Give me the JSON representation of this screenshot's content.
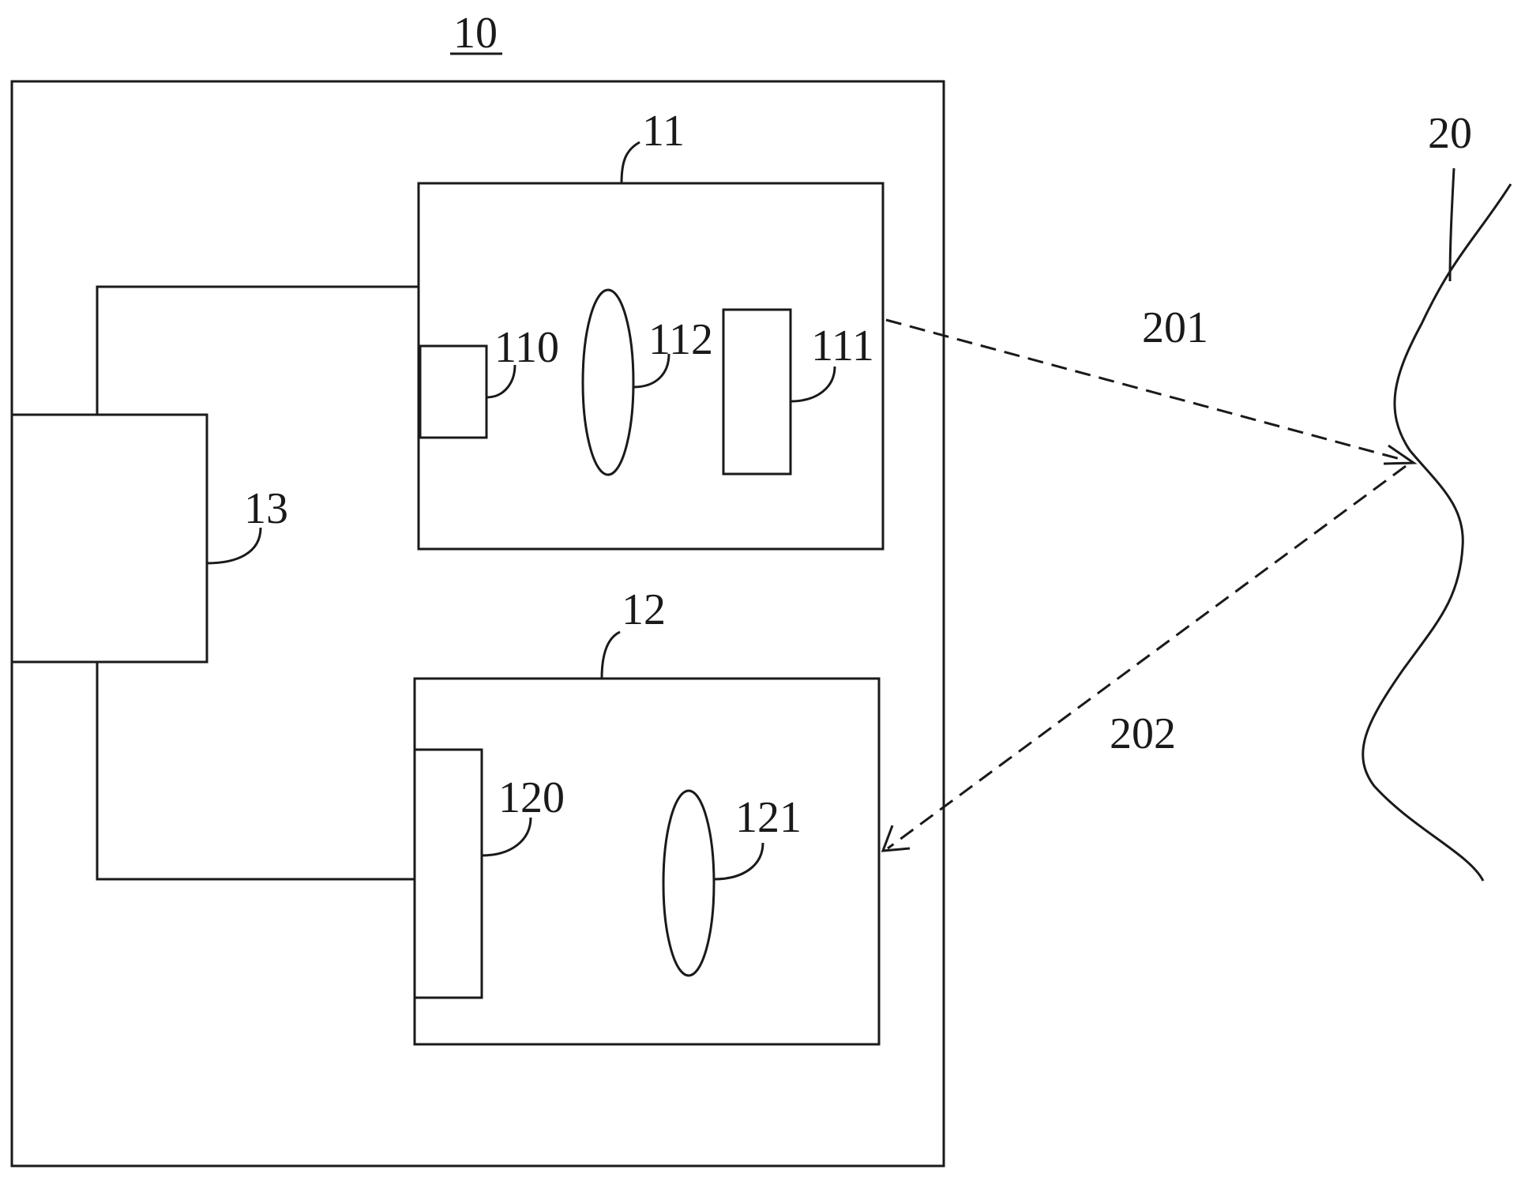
{
  "diagram": {
    "labels": {
      "device": "10",
      "transmitter_module": "11",
      "receiver_module": "12",
      "processor": "13",
      "light_source": "110",
      "optical_element": "111",
      "lens_tx": "112",
      "sensor": "120",
      "lens_rx": "121",
      "target_object": "20",
      "emitted_beam": "201",
      "reflected_beam": "202"
    }
  }
}
